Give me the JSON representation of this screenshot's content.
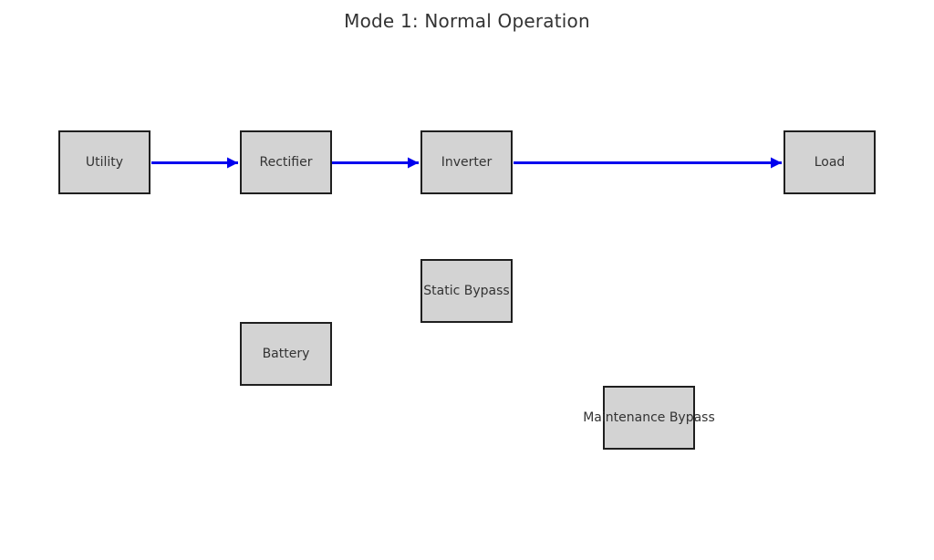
{
  "title": "Mode 1: Normal Operation",
  "nodes": {
    "utility": {
      "label": "Utility"
    },
    "rectifier": {
      "label": "Rectifier"
    },
    "inverter": {
      "label": "Inverter"
    },
    "load": {
      "label": "Load"
    },
    "static_bypass": {
      "label": "Static Bypass"
    },
    "battery": {
      "label": "Battery"
    },
    "maintenance_bypass": {
      "label": "Maintenance Bypass"
    }
  },
  "flows": [
    {
      "from": "Utility",
      "to": "Rectifier"
    },
    {
      "from": "Rectifier",
      "to": "Inverter"
    },
    {
      "from": "Inverter",
      "to": "Load"
    }
  ],
  "colors": {
    "flow_arrow": "#0000ee",
    "node_fill": "#d3d3d3",
    "node_border": "#1f1f1f",
    "text": "#333333",
    "background": "#ffffff"
  }
}
